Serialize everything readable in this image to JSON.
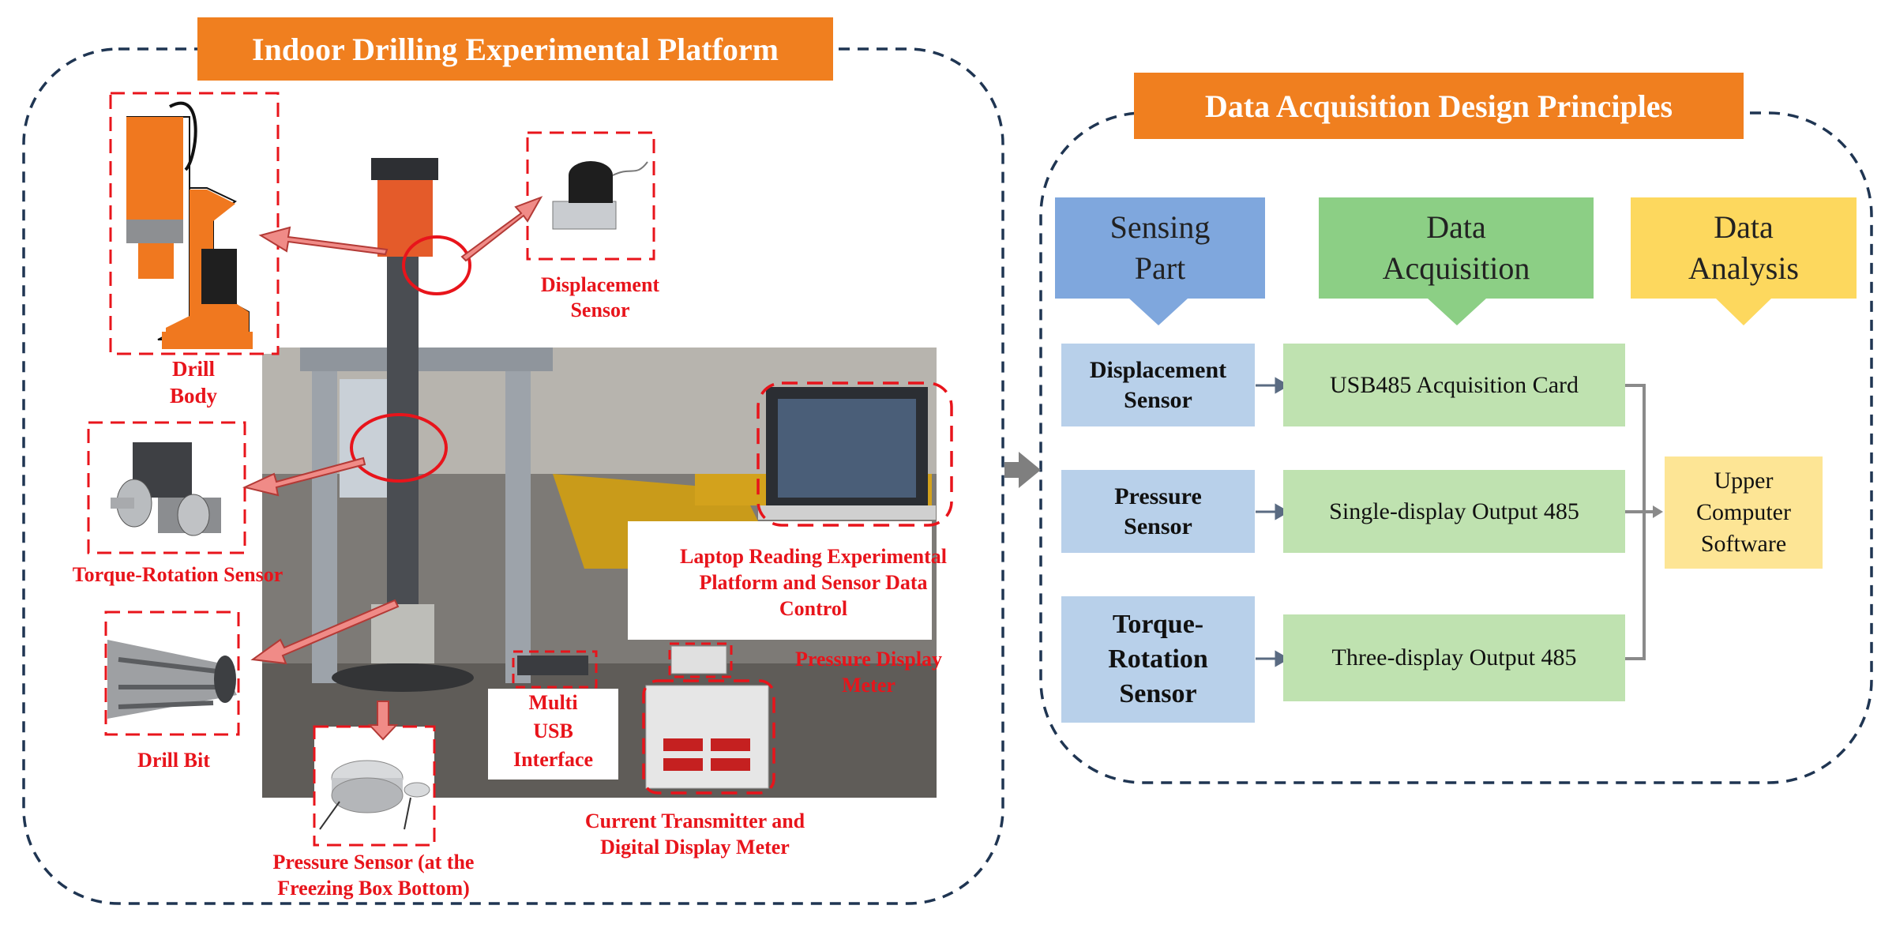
{
  "left_panel": {
    "title": "Indoor Drilling Experimental Platform",
    "labels": {
      "drill_body_1": "Drill",
      "drill_body_2": "Body",
      "displacement_1": "Displacement",
      "displacement_2": "Sensor",
      "torque": "Torque-Rotation Sensor",
      "drill_bit": "Drill Bit",
      "laptop_1": "Laptop Reading Experimental",
      "laptop_2": "Platform and Sensor Data",
      "laptop_3": "Control",
      "pressure_display_1": "Pressure Display",
      "pressure_display_2": "Meter",
      "usb_1": "Multi",
      "usb_2": "USB",
      "usb_3": "Interface",
      "current_1": "Current Transmitter and",
      "current_2": "Digital Display Meter",
      "pressure_sensor_1": "Pressure Sensor (at the",
      "pressure_sensor_2": "Freezing Box Bottom)"
    }
  },
  "right_panel": {
    "title": "Data Acquisition Design Principles",
    "headers": {
      "sensing_1": "Sensing",
      "sensing_2": "Part",
      "acq_1": "Data",
      "acq_2": "Acquisition",
      "analysis_1": "Data",
      "analysis_2": "Analysis"
    },
    "sensors": {
      "displacement_1": "Displacement",
      "displacement_2": "Sensor",
      "pressure_1": "Pressure",
      "pressure_2": "Sensor",
      "torque_1": "Torque-",
      "torque_2": "Rotation",
      "torque_3": "Sensor"
    },
    "acquisition": {
      "usb485": "USB485 Acquisition Card",
      "single": "Single-display Output 485",
      "three": "Three-display Output 485"
    },
    "analysis": {
      "upper_1": "Upper",
      "upper_2": "Computer",
      "upper_3": "Software"
    }
  },
  "colors": {
    "banner_orange": "#f07f1f",
    "label_red": "#e8141b",
    "dash_navy": "#1f3552",
    "header_blue": "#7fa7dd",
    "header_green": "#8ccf85",
    "header_yellow": "#fdd85e",
    "box_blue": "#b8d0ea",
    "box_green": "#bfe2b0",
    "box_yellow": "#fde595"
  }
}
